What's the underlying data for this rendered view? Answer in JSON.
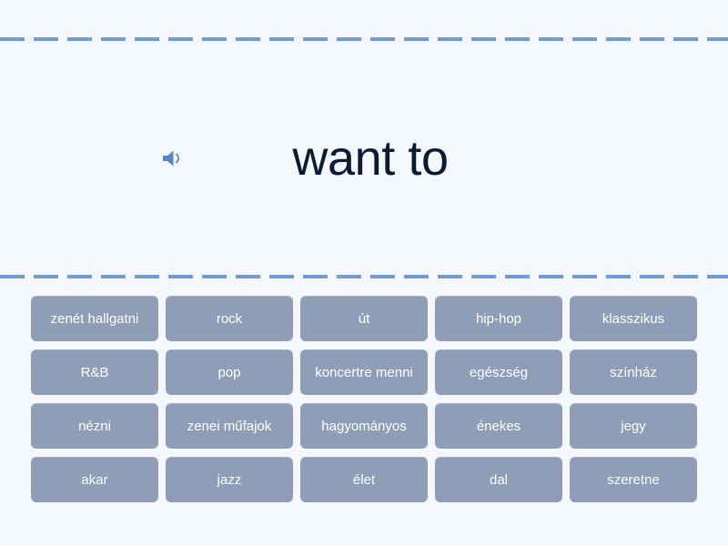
{
  "colors": {
    "background": "#f4f8fc",
    "divider": "#6f9bd9",
    "tile_fill": "#8e9eb6",
    "tile_text": "#ffffff",
    "prompt_text": "#0c1a35",
    "icon": "#5585d2"
  },
  "prompt": {
    "text": "want to",
    "audio_icon": "speaker-icon"
  },
  "answers": {
    "rows": [
      [
        "zenét hallgatni",
        "rock",
        "út",
        "hip-hop",
        "klasszikus"
      ],
      [
        "R&B",
        "pop",
        "koncertre menni",
        "egészség",
        "színház"
      ],
      [
        "nézni",
        "zenei műfajok",
        "hagyományos",
        "énekes",
        "jegy"
      ],
      [
        "akar",
        "jazz",
        "élet",
        "dal",
        "szeretne"
      ]
    ]
  }
}
